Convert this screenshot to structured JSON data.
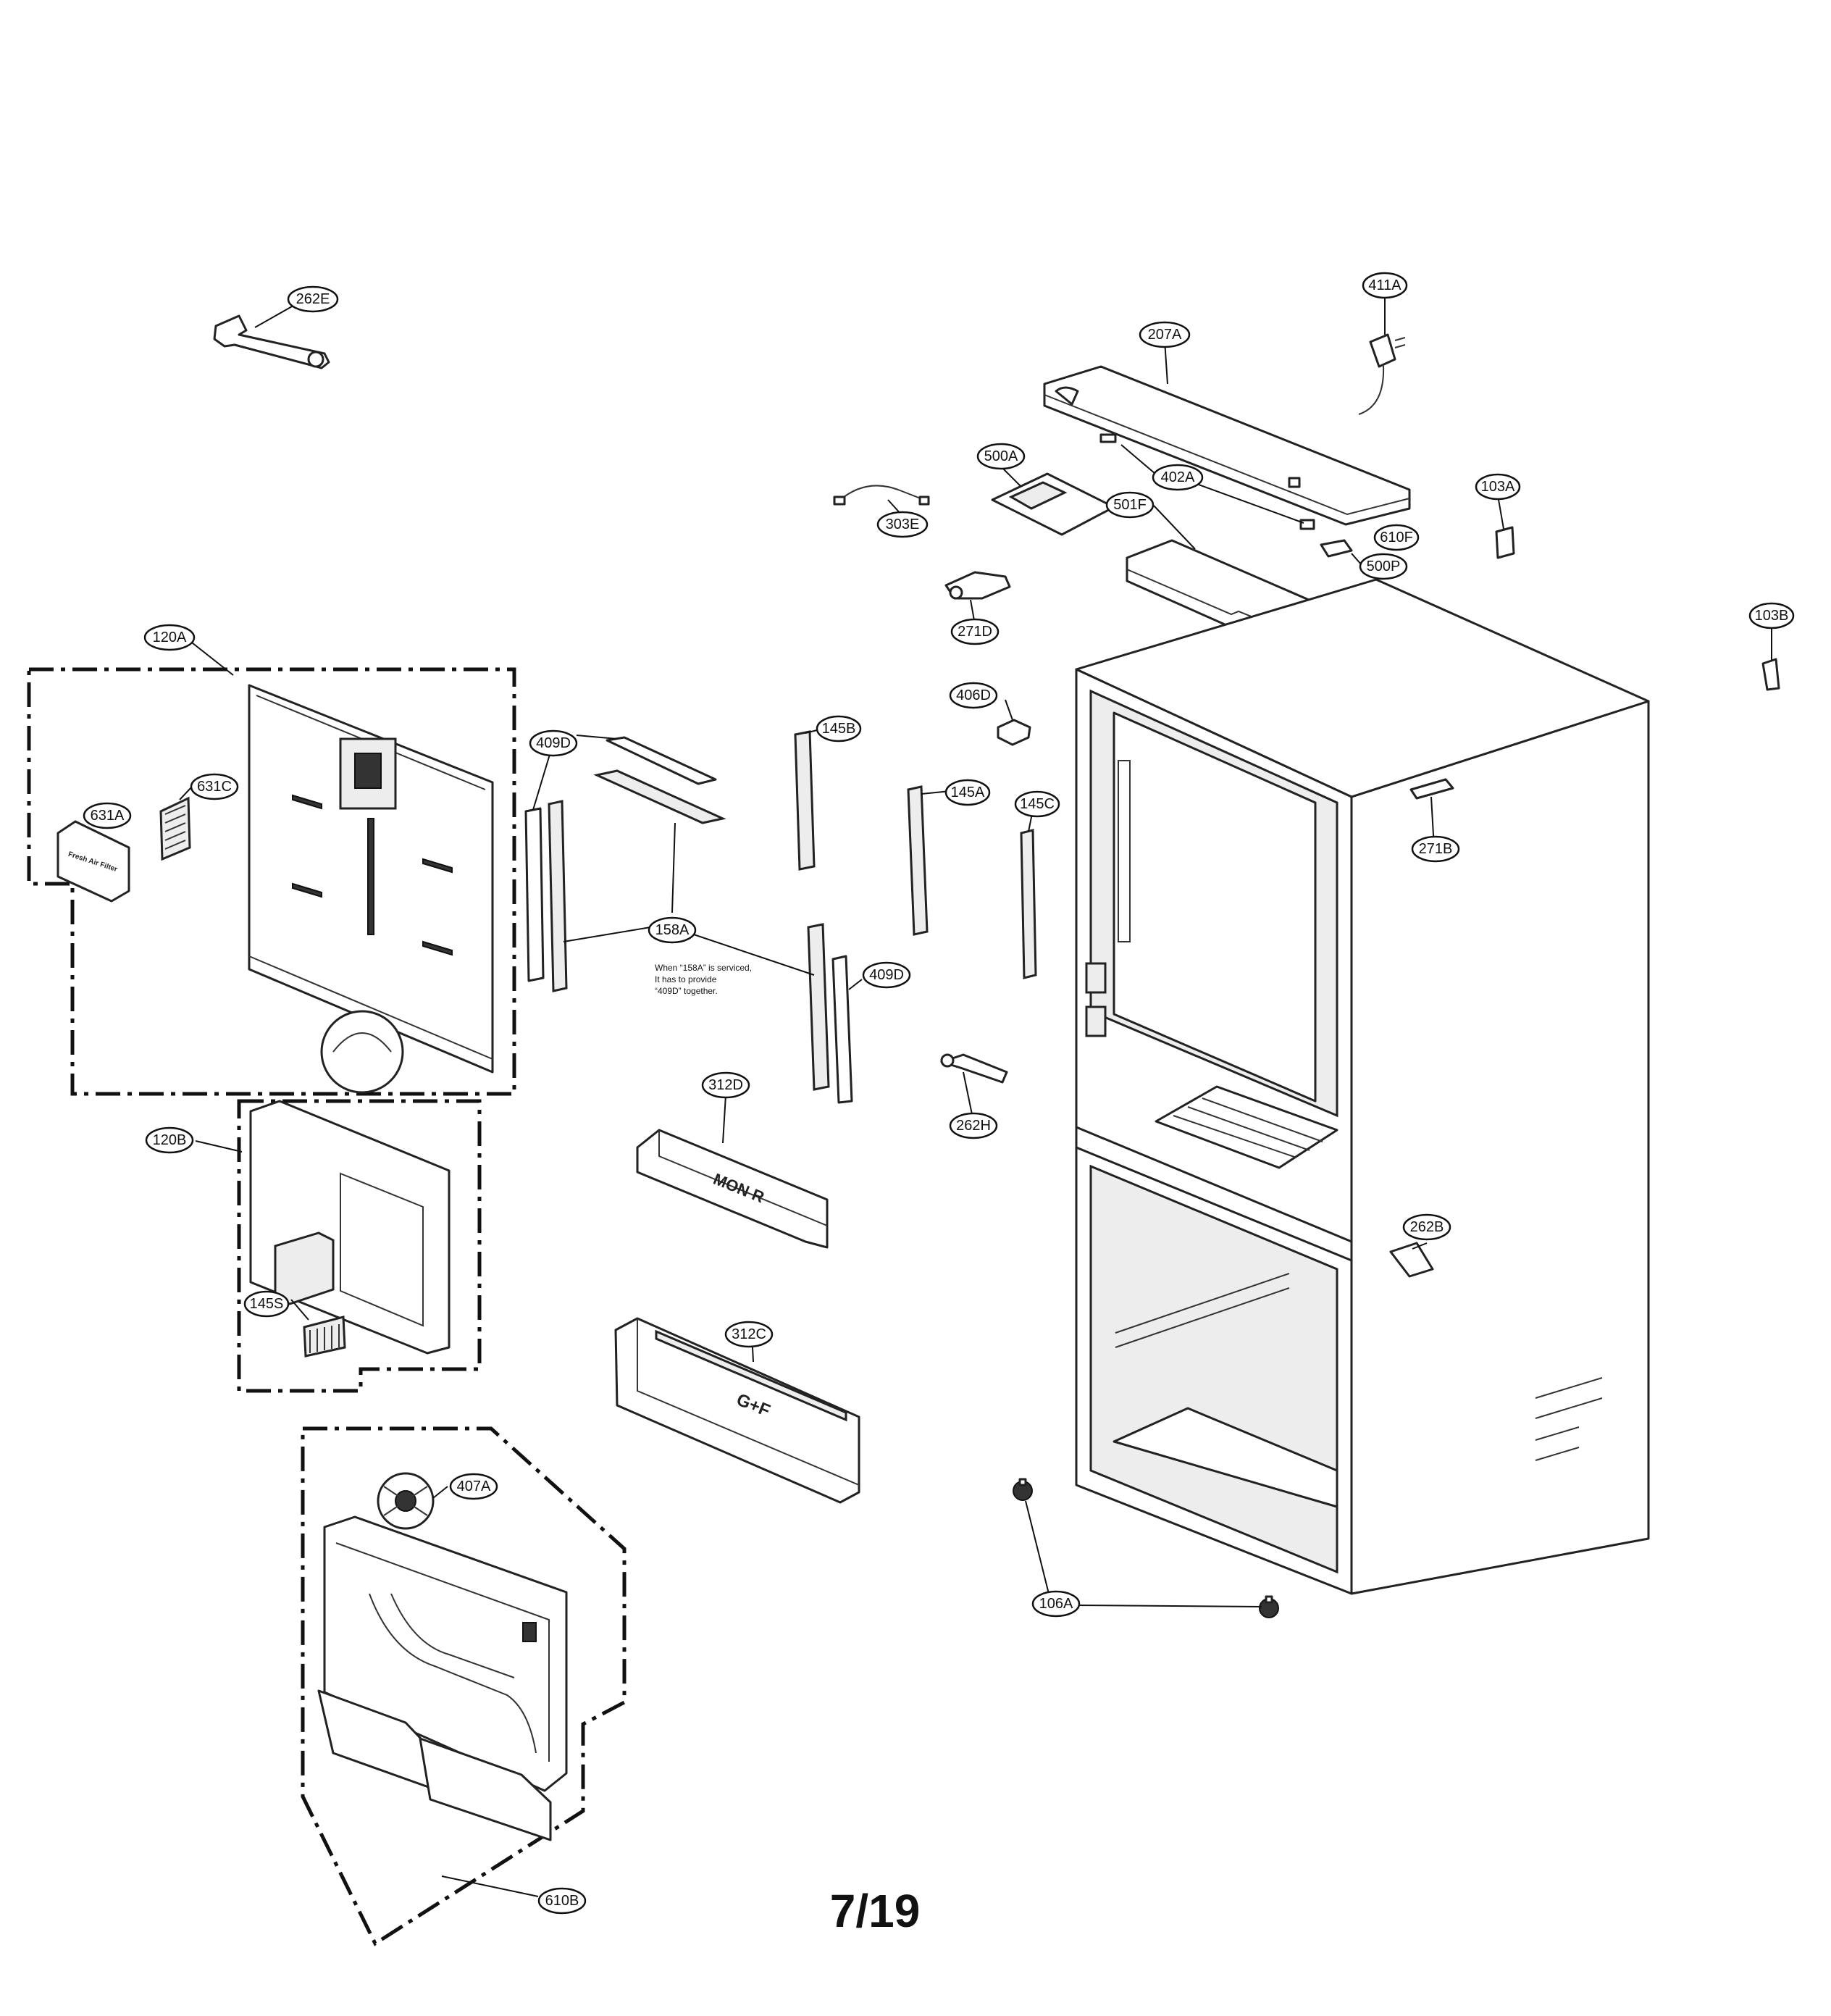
{
  "diagram": {
    "callouts": {
      "c262E": "262E",
      "c207A": "207A",
      "c411A": "411A",
      "c500A": "500A",
      "c402A": "402A",
      "c303E": "303E",
      "c501F": "501F",
      "c103A": "103A",
      "c610F": "610F",
      "c500P": "500P",
      "c271D": "271D",
      "c103B": "103B",
      "c120A": "120A",
      "c409D_top": "409D",
      "c145B": "145B",
      "c406D": "406D",
      "c631C": "631C",
      "c631A": "631A",
      "c145A": "145A",
      "c145C": "145C",
      "c271B": "271B",
      "c158A": "158A",
      "c409D_mid": "409D",
      "c312D": "312D",
      "c262H": "262H",
      "c120B": "120B",
      "c262B": "262B",
      "c145S": "145S",
      "c312C": "312C",
      "c407A": "407A",
      "c106A": "106A",
      "c610B": "610B"
    },
    "note_lines": [
      "When “158A” is serviced,",
      "It has to provide",
      "“409D” together."
    ],
    "part_labels": {
      "air_filter": "Fresh Air Filter",
      "bin_d": "MON R",
      "bin_c": "G+F"
    },
    "page_number": "7/19"
  }
}
